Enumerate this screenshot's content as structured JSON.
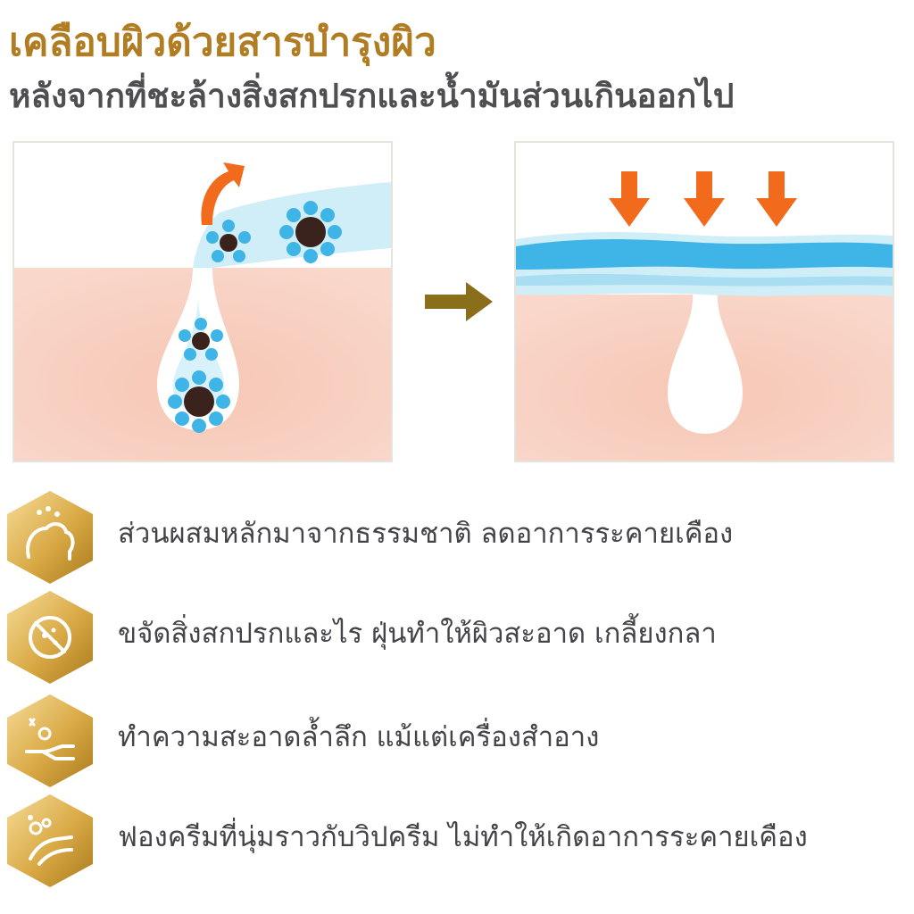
{
  "header": {
    "title": "เคลือบผิวด้วยสารบำรุงผิว",
    "subtitle": "หลังจากที่ชะล้างสิ่งสกปรกและน้ำมันส่วนเกินออกไป"
  },
  "colors": {
    "title": "#b07d22",
    "gold_light": "#f3d58a",
    "gold_dark": "#b0821f",
    "skin": "#f7cdbd",
    "water_light": "#cfeef8",
    "water_blue": "#3fb4e6",
    "orange_arrow": "#f26b1d",
    "olive_arrow": "#8a6e1a",
    "dirt": "#3a231d",
    "text": "#444448"
  },
  "features": [
    {
      "icon": "natural-skin-icon",
      "text": "ส่วนผสมหลักมาจากธรรมชาติ ลดอาการระคายเคือง"
    },
    {
      "icon": "no-dust-icon",
      "text": "ขจัดสิ่งสกปรกและไร ฝุ่นทำให้ผิวสะอาด เกลี้ยงกลา"
    },
    {
      "icon": "clean-hand-icon",
      "text": "ทำความสะอาดล้ำลึก แม้แต่เครื่องสำอาง"
    },
    {
      "icon": "foam-hands-icon",
      "text": "ฟองครีมที่นุ่มราวกับวิปครีม ไม่ทำให้เกิดอาการระคายเคือง"
    }
  ]
}
